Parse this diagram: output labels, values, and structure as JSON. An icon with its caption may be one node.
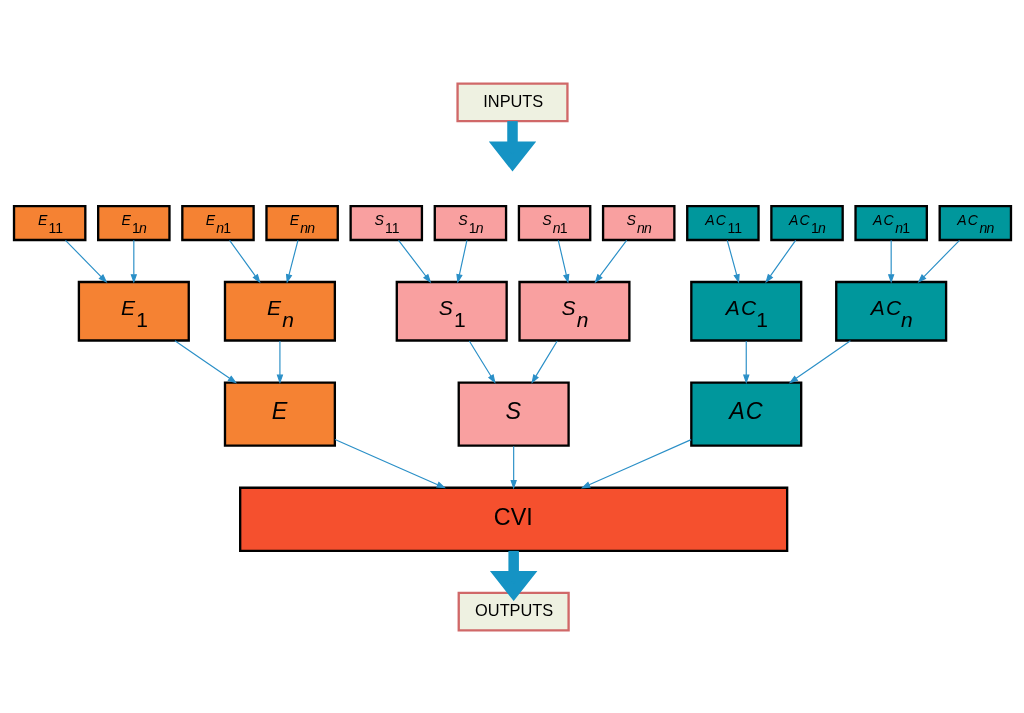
{
  "diagram": {
    "nodes": [
      {
        "text": [
          "INPUTS"
        ]
      },
      {
        "text": [
          "E$_{11}$"
        ]
      },
      {
        "text": [
          "E$_{1n}$"
        ]
      },
      {
        "text": [
          "E$_{n1}$"
        ]
      },
      {
        "text": [
          "E$_{nn}$"
        ]
      },
      {
        "text": [
          "S$_{11}$"
        ]
      },
      {
        "text": [
          "S$_{1n}$"
        ]
      },
      {
        "text": [
          "S$_{n1}$"
        ]
      },
      {
        "text": [
          "S$_{nn}$"
        ]
      },
      {
        "text": [
          "AC$_{11}$"
        ]
      },
      {
        "text": [
          "AC$_{1n}$"
        ]
      },
      {
        "text": [
          "AC$_{n1}$"
        ]
      },
      {
        "text": [
          "AC$_{nn}$"
        ]
      },
      {
        "text": [
          "E$_{1}$"
        ]
      },
      {
        "text": [
          "E$_{n}$"
        ]
      },
      {
        "text": [
          "S$_{1}$"
        ]
      },
      {
        "text": [
          "S$_{n}$"
        ]
      },
      {
        "text": [
          "AC$_{1}$"
        ]
      },
      {
        "text": [
          "AC$_{n}$"
        ]
      },
      {
        "text": [
          "E"
        ]
      },
      {
        "text": [
          "S"
        ]
      },
      {
        "text": [
          "AC"
        ]
      },
      {
        "text": [
          "CVI"
        ]
      },
      {
        "text": [
          "OUTPUTS"
        ]
      }
    ],
    "edges": [
      {
        "from": 0,
        "to": null,
        "arrow": "to",
        "style": "thick"
      },
      {
        "from": 1,
        "to": 13,
        "arrow": "to"
      },
      {
        "from": 2,
        "to": 13,
        "arrow": "to"
      },
      {
        "from": 3,
        "to": 14,
        "arrow": "to"
      },
      {
        "from": 4,
        "to": 14,
        "arrow": "to"
      },
      {
        "from": 5,
        "to": 15,
        "arrow": "to"
      },
      {
        "from": 6,
        "to": 15,
        "arrow": "to"
      },
      {
        "from": 7,
        "to": 16,
        "arrow": "to"
      },
      {
        "from": 8,
        "to": 16,
        "arrow": "to"
      },
      {
        "from": 9,
        "to": 17,
        "arrow": "to"
      },
      {
        "from": 10,
        "to": 17,
        "arrow": "to"
      },
      {
        "from": 11,
        "to": 18,
        "arrow": "to"
      },
      {
        "from": 12,
        "to": 18,
        "arrow": "to"
      },
      {
        "from": 13,
        "to": 19,
        "arrow": "to"
      },
      {
        "from": 14,
        "to": 19,
        "arrow": "to"
      },
      {
        "from": 15,
        "to": 20,
        "arrow": "to"
      },
      {
        "from": 16,
        "to": 20,
        "arrow": "to"
      },
      {
        "from": 17,
        "to": 21,
        "arrow": "to"
      },
      {
        "from": 18,
        "to": 21,
        "arrow": "to"
      },
      {
        "from": 19,
        "to": 22,
        "arrow": "to"
      },
      {
        "from": 20,
        "to": 22,
        "arrow": "to"
      },
      {
        "from": 21,
        "to": 22,
        "arrow": "to"
      },
      {
        "from": 22,
        "to": 23,
        "arrow": "to",
        "style": "thick"
      }
    ]
  }
}
